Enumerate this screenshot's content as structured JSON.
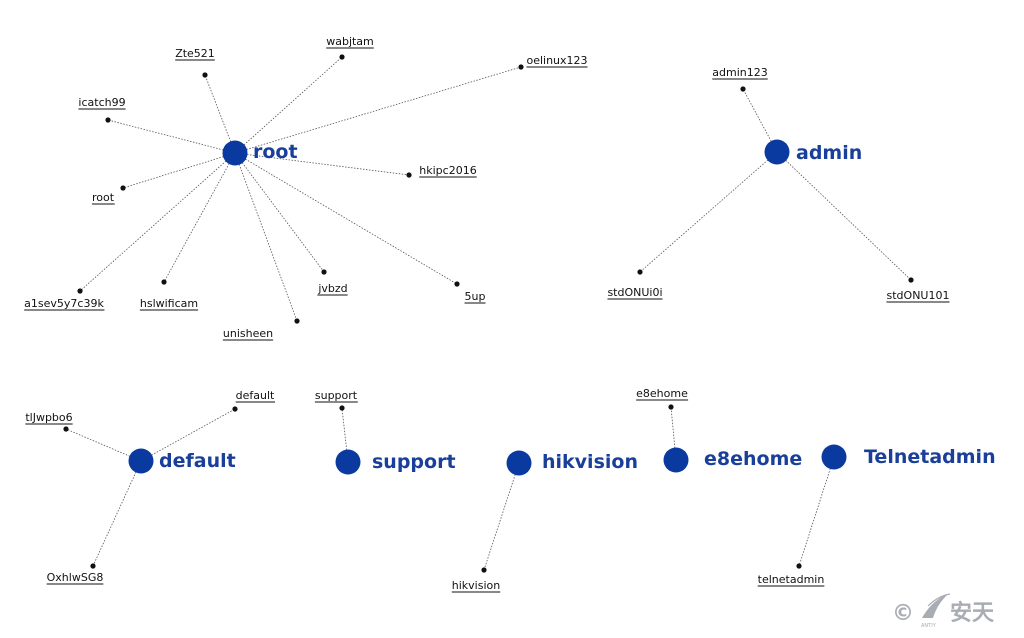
{
  "clusters": [
    {
      "hub": "root",
      "leaves": [
        "Zte521",
        "wabjtam",
        "oelinux123",
        "icatch99",
        "hkipc2016",
        "root",
        "a1sev5y7c39k",
        "hslwificam",
        "jvbzd",
        "5up",
        "unisheen"
      ]
    },
    {
      "hub": "admin",
      "leaves": [
        "admin123",
        "stdONUi0i",
        "stdONU101"
      ]
    },
    {
      "hub": "default",
      "leaves": [
        "default",
        "tlJwpbo6",
        "OxhlwSG8"
      ]
    },
    {
      "hub": "support",
      "leaves": [
        "support"
      ]
    },
    {
      "hub": "hikvision",
      "leaves": [
        "hikvision"
      ]
    },
    {
      "hub": "e8ehome",
      "leaves": [
        "e8ehome"
      ]
    },
    {
      "hub": "Telnetadmin",
      "leaves": [
        "telnetadmin"
      ]
    }
  ],
  "watermark": {
    "copyright_symbol": "©",
    "brand_text": "安天",
    "brand_small": "ANTIY"
  },
  "colors": {
    "hub": "#0a3aa0",
    "hub_label": "#1a3f9a",
    "leaf": "#111111",
    "edge": "#555555",
    "watermark": "#a9adb3"
  }
}
